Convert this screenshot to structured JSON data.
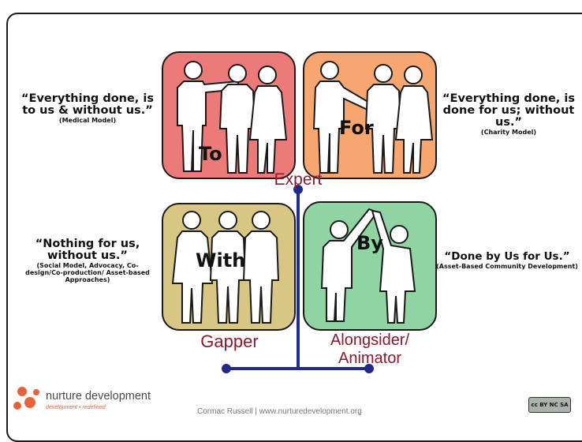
{
  "quadrants": {
    "to": {
      "label": "To",
      "quote": "“Everything done, is to us & without us.”",
      "model": "(Medical Model)",
      "fill": "#ec7a78"
    },
    "for": {
      "label": "For",
      "quote": "“Everything done, is done for us; without us.”",
      "model": "(Charity Model)",
      "fill": "#f7a670"
    },
    "with": {
      "label": "With",
      "quote": "“Nothing for us, without us.”",
      "model": "(Social Model, Advocacy, Co-design/Co-production/ Asset-based Approaches)",
      "fill": "#d8c684"
    },
    "by": {
      "label": "By",
      "quote": "“Done by Us for Us.”",
      "model": "(Asset-Based Community Development)",
      "fill": "#8fd4a2"
    }
  },
  "axis": {
    "top": "Expert",
    "left": "Gapper",
    "right": "Alongsider/ Animator",
    "color": "#1f2b8a",
    "label_color": "#8b1a2b"
  },
  "footer": {
    "brand": "nurture development",
    "tagline": "development • redefined",
    "credit": "Cormac Russell | www.nurturedevelopment.org",
    "license": "cc BY NC SA"
  }
}
